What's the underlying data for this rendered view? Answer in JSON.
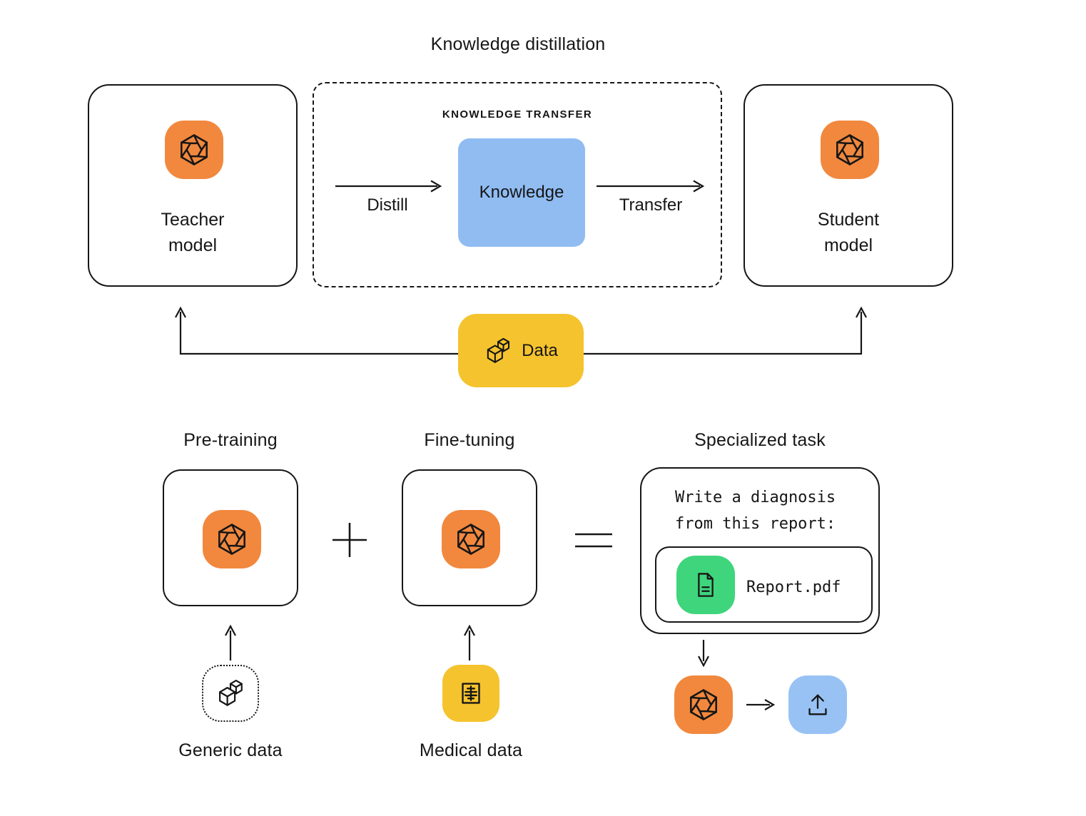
{
  "colors": {
    "orange": "#F1883E",
    "yellow": "#F5C32E",
    "blue": "#90BCF2",
    "light_blue": "#98C2F4",
    "green": "#3FD57C",
    "ink": "#161616"
  },
  "header": {
    "title": "Knowledge distillation"
  },
  "distillation": {
    "teacher_line1": "Teacher",
    "teacher_line2": "model",
    "student_line1": "Student",
    "student_line2": "model",
    "transfer_section_label": "KNOWLEDGE TRANSFER",
    "knowledge_label": "Knowledge",
    "distill_label": "Distill",
    "transfer_label": "Transfer",
    "data_label": "Data"
  },
  "pipeline": {
    "pretraining_title": "Pre-training",
    "finetuning_title": "Fine-tuning",
    "specialized_title": "Specialized task",
    "prompt_line1": "Write a diagnosis",
    "prompt_line2": "from this report:",
    "file_name": "Report.pdf",
    "generic_data_label": "Generic data",
    "medical_data_label": "Medical data"
  },
  "icons": {
    "model": "ai-model-aperture-hexagon-icon",
    "data_blocks": "data-blocks-icon",
    "medical_record": "medical-record-icon",
    "document": "document-icon",
    "upload": "upload-icon",
    "plus": "plus-icon",
    "equals": "equals-icon",
    "arrows": "arrow-connector"
  }
}
